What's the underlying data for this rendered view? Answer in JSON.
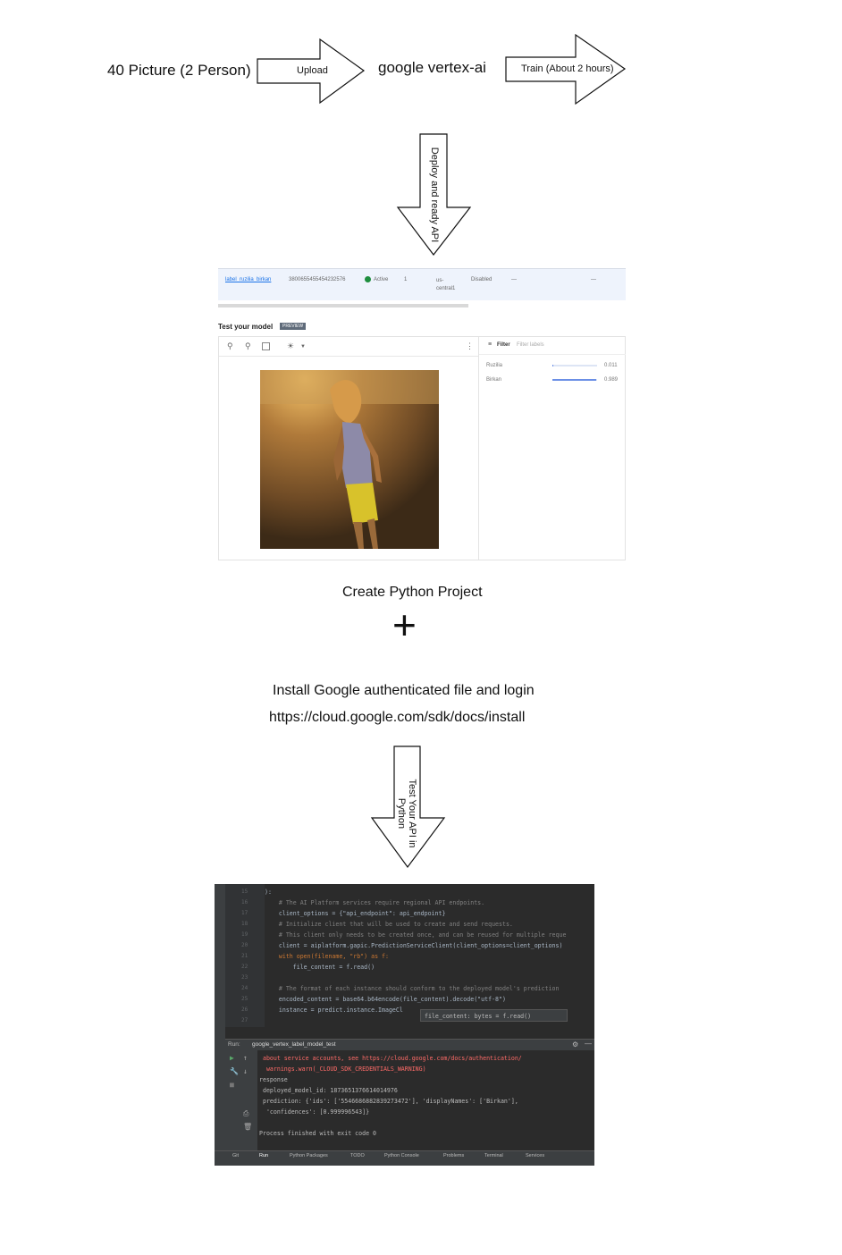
{
  "flow": {
    "source_label": "40 Picture (2 Person)",
    "upload_label": "Upload",
    "service_label": "google vertex-ai",
    "train_label": "Train (About 2 hours)",
    "deploy_label": "Deploy and ready API",
    "create_label": "Create Python Project",
    "plus_symbol": "+",
    "install_label": "Install Google authenticated file and login",
    "install_url": "https://cloud.google.com/sdk/docs/install",
    "test_label": "Test Your API in Python"
  },
  "vertex": {
    "endpoint_row": {
      "label": "label_ruzilia_birkan",
      "id": "3800655455454232576",
      "status": "Active",
      "count": "1",
      "region": "us-central1",
      "logging": "Disabled",
      "dash1": "—",
      "dash2": "—"
    },
    "test_title": "Test your model",
    "preview_badge": "PREVIEW",
    "filter_label": "Filter",
    "filter_placeholder": "Filter labels",
    "labels": [
      {
        "name": "Ruzilia",
        "confidence": 0.011,
        "display": "0.011"
      },
      {
        "name": "Birkan",
        "confidence": 0.989,
        "display": "0.989"
      }
    ],
    "status_color": "#1e8e3e",
    "bar_color": "#6b8fe6"
  },
  "ide": {
    "line_numbers": [
      "15",
      "16",
      "17",
      "18",
      "19",
      "20",
      "21",
      "22",
      "23",
      "24",
      "25",
      "26",
      "27"
    ],
    "code_lines": [
      "):",
      "    # The AI Platform services require regional API endpoints.",
      "    client_options = {\"api_endpoint\": api_endpoint}",
      "    # Initialize client that will be used to create and send requests.",
      "    # This client only needs to be created once, and can be reused for multiple reque",
      "    client = aiplatform.gapic.PredictionServiceClient(client_options=client_options)",
      "    with open(filename, \"rb\") as f:",
      "        file_content = f.read()",
      "",
      "    # The format of each instance should conform to the deployed model's prediction",
      "    encoded_content = base64.b64encode(file_content).decode(\"utf-8\")",
      "    instance = predict.instance.ImageCl",
      ""
    ],
    "hint": "file_content: bytes = f.read()",
    "run_label": "Run:",
    "run_tab": "google_vertex_label_model_test",
    "output": [
      " about service accounts, see https://cloud.google.com/docs/authentication/",
      "  warnings.warn(_CLOUD_SDK_CREDENTIALS_WARNING)",
      "response",
      " deployed_model_id: 1873651376614014976",
      " prediction: {'ids': ['5546686882839273472'], 'displayNames': ['Birkan'],",
      "  'confidences': [0.999996543]}",
      "",
      "Process finished with exit code 0"
    ],
    "output_link": "https://cloud.google.com/docs/authentication/",
    "bottom_tabs": [
      "Git",
      "Run",
      "Python Packages",
      "TODO",
      "Python Console",
      "Problems",
      "Terminal",
      "Services"
    ]
  }
}
